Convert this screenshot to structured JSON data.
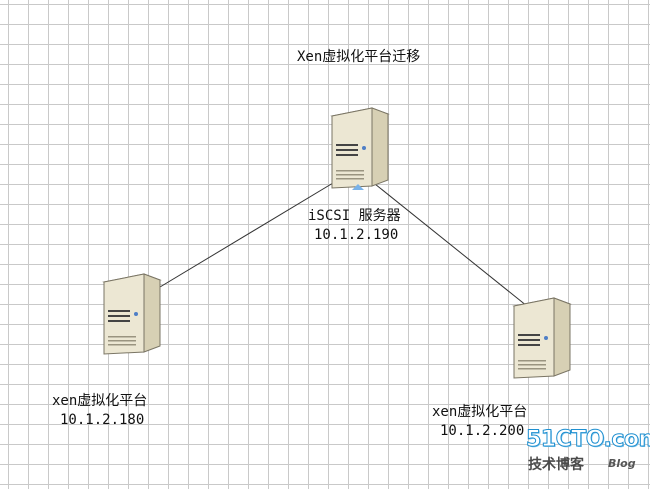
{
  "diagram": {
    "title": "Xen虚拟化平台迁移",
    "nodes": [
      {
        "id": "iscsi",
        "name": "iSCSI 服务器",
        "ip": "10.1.2.190",
        "icon": "server-tower-icon"
      },
      {
        "id": "xen-left",
        "name": "xen虚拟化平台",
        "ip": "10.1.2.180",
        "icon": "server-tower-icon"
      },
      {
        "id": "xen-right",
        "name": "xen虚拟化平台",
        "ip": "10.1.2.200",
        "icon": "server-tower-icon"
      }
    ],
    "edges": [
      {
        "from": "iscsi",
        "to": "xen-left"
      },
      {
        "from": "iscsi",
        "to": "xen-right"
      }
    ]
  },
  "watermark": {
    "logo": "51CTO.com",
    "sub": "技术博客",
    "blog": "Blog"
  },
  "colors": {
    "grid": "#c9c9c9",
    "line": "#333333",
    "server_body": "#e9e4d0",
    "watermark": "#1e8fd0"
  }
}
